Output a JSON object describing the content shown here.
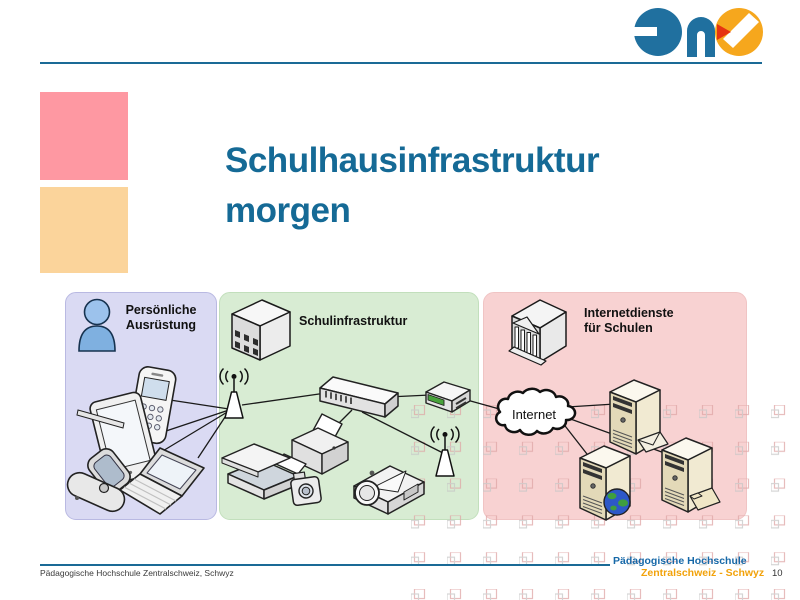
{
  "header": {
    "logo": "PHZ",
    "colors": {
      "logo_blue": "#20709f",
      "logo_orange": "#f6a71d",
      "logo_red": "#e63312",
      "rule": "#1a6a96"
    }
  },
  "title": {
    "text": "Schulhausinfrastruktur morgen",
    "color": "#156a96"
  },
  "accent_squares": [
    {
      "name": "pink-square",
      "color": "#fe98a2"
    },
    {
      "name": "orange-square",
      "color": "#fbd49b"
    }
  ],
  "diagram": {
    "zones": [
      {
        "label": "Persönliche Ausrüstung",
        "fill": "#dadaf3",
        "icon": "person-icon",
        "devices": [
          "mobile-phone",
          "pda-with-stylus",
          "flip-phone",
          "laptop"
        ]
      },
      {
        "label": "Schulinfrastruktur",
        "fill": "#d8ecd3",
        "icon": "school-building-icon",
        "devices": [
          "wifi-antenna",
          "network-switch",
          "printer",
          "scanner",
          "digital-camera",
          "projector",
          "wifi-antenna-2",
          "router"
        ]
      },
      {
        "label": "Internetdienste für Schulen",
        "fill": "#f8d2d2",
        "icon": "institution-building-icon",
        "devices": [
          "mail-server",
          "web-server",
          "file-server"
        ]
      }
    ],
    "cloud_label": "Internet",
    "connections": [
      "mobile-phone → wifi-antenna",
      "pda → wifi-antenna",
      "flip-phone → wifi-antenna",
      "laptop → wifi-antenna",
      "wifi-antenna → network-switch",
      "network-switch → printer",
      "network-switch → wifi-antenna-2",
      "network-switch → router",
      "router → internet-cloud",
      "internet-cloud → mail-server",
      "internet-cloud → web-server",
      "internet-cloud → file-server"
    ]
  },
  "footer": {
    "left_text": "Pädagogische Hochschule Zentralschweiz, Schwyz",
    "brand_line1": "Pädagogische Hochschule",
    "brand_line2": "Zentralschweiz - Schwyz",
    "page_number": "10",
    "colors": {
      "brand_blue": "#1668a8",
      "brand_orange": "#f2a20a"
    }
  }
}
